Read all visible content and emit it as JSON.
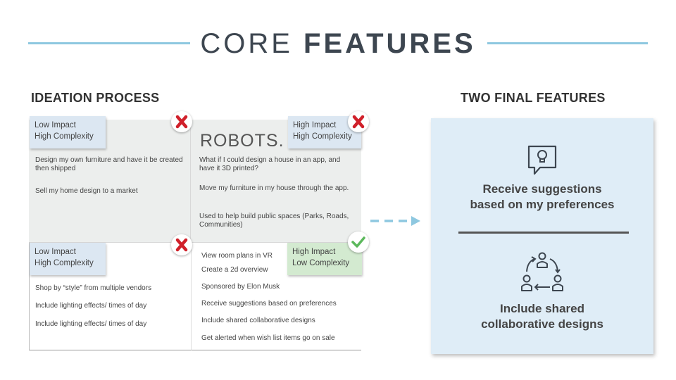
{
  "title": {
    "light": "CORE",
    "bold": "FEATURES"
  },
  "ideation": {
    "heading": "IDEATION PROCESS",
    "top_left": {
      "tag_line1": "Low Impact",
      "tag_line2": "High Complexity",
      "status": "rejected",
      "items": [
        "Design my own furniture and have it be created then shipped",
        "Sell my home design to a market"
      ]
    },
    "top_right": {
      "heading": "ROBOTS.",
      "tag_line1": "High Impact",
      "tag_line2": "High Complexity",
      "status": "rejected",
      "items": [
        "What if I could design a house in an app, and have it 3D printed?",
        "Move my furniture in my house through the app.",
        "Used to help build public spaces (Parks, Roads, Communities)"
      ]
    },
    "bottom_left": {
      "tag_line1": "Low Impact",
      "tag_line2": "High Complexity",
      "status": "rejected",
      "items": [
        "Shop by “style” from multiple vendors",
        "Include lighting effects/ times of day",
        "Include lighting effects/ times of day"
      ]
    },
    "bottom_right": {
      "tag_line1": "High Impact",
      "tag_line2": "Low Complexity",
      "status": "approved",
      "items": [
        "View room plans in VR",
        "Create a 2d overview",
        "Sponsored by Elon Musk",
        "Receive suggestions based on preferences",
        "Include shared collaborative designs",
        "Get alerted when wish list items go on sale"
      ]
    }
  },
  "final": {
    "heading": "TWO FINAL FEATURES",
    "feature1": {
      "line1": "Receive suggestions",
      "line2": "based on my preferences",
      "icon": "lightbulb-chat-icon"
    },
    "feature2": {
      "line1": "Include shared",
      "line2": "collaborative designs",
      "icon": "collaboration-icon"
    }
  },
  "colors": {
    "accent_blue": "#8ec8e0",
    "reject_red": "#d0202a",
    "approve_green": "#5cb85c",
    "tag_blue": "#dce7f2",
    "tag_green": "#d3ead0",
    "final_box": "#dfedf7"
  }
}
